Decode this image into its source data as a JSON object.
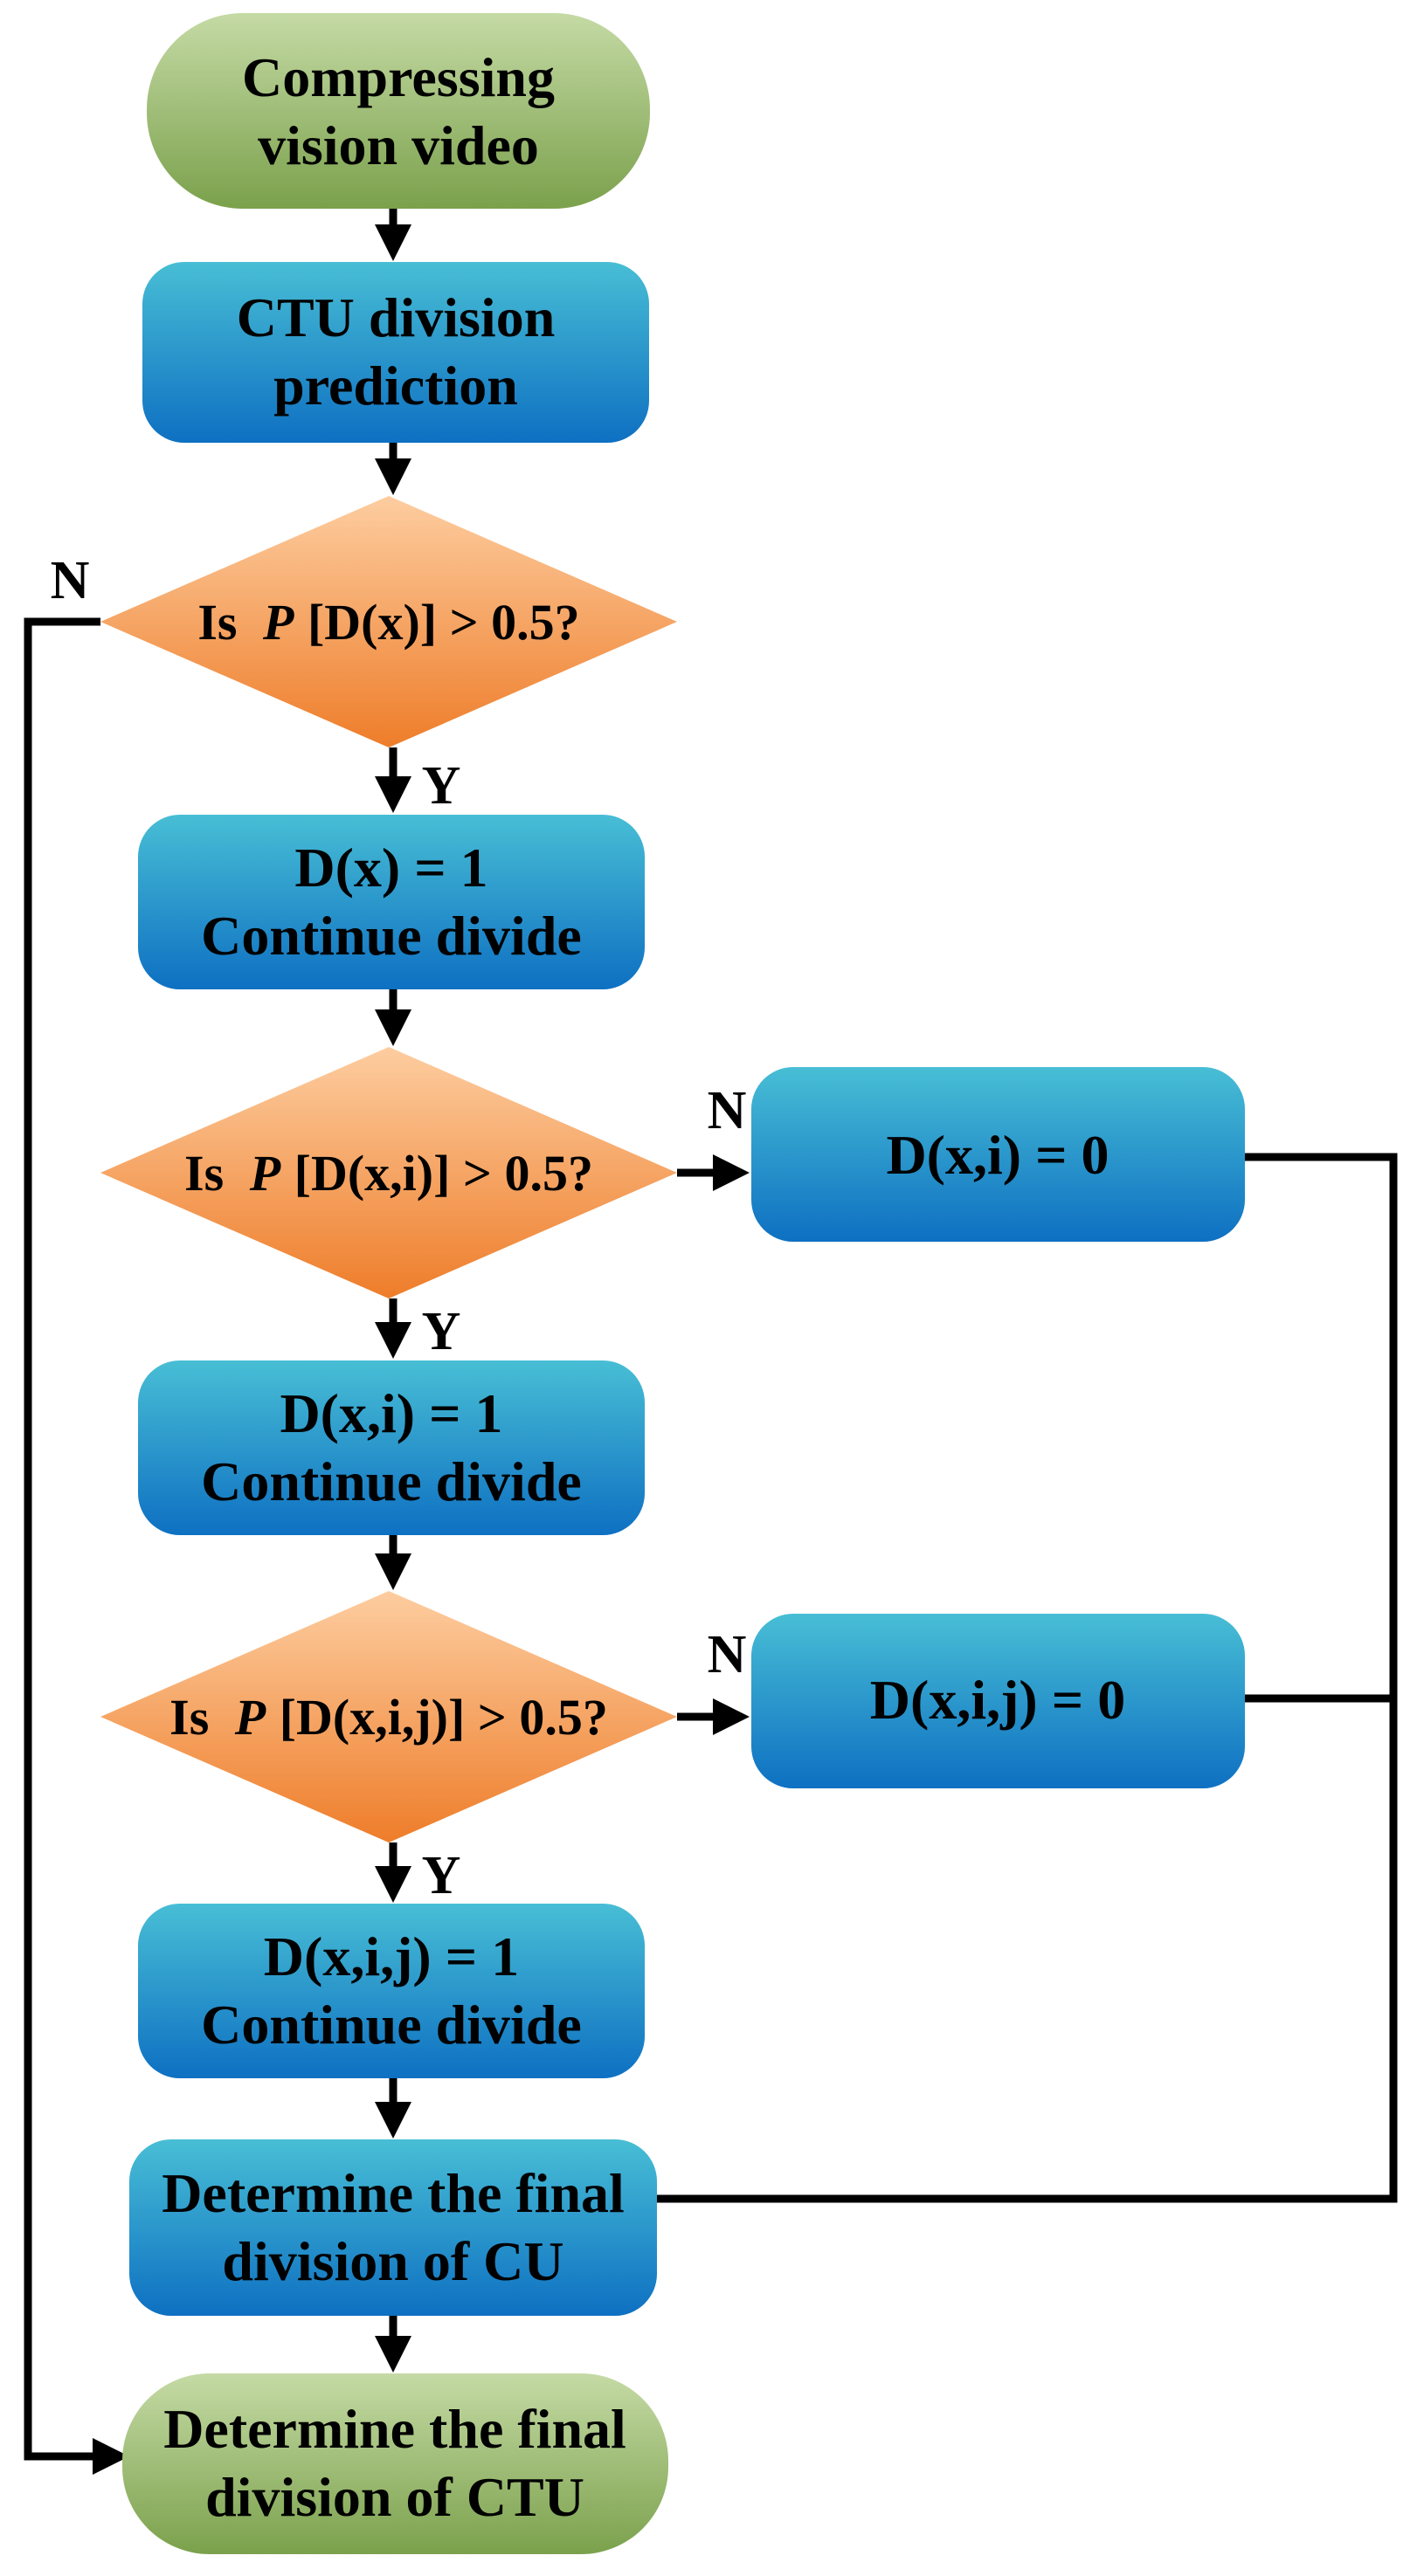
{
  "figure": {
    "background": "#ffffff",
    "colors": {
      "green_top": "#c5daa5",
      "green_bottom": "#7ba14c",
      "blue_top": "#48bed5",
      "blue_bottom": "#0e70c2",
      "orange_top": "#fdcda0",
      "orange_bottom": "#ee7d2a",
      "line": "#000000",
      "text": "#000000"
    }
  },
  "nodes": {
    "start": {
      "line1": "Compressing",
      "line2": "vision video"
    },
    "ctu_prediction": {
      "line1": "CTU division",
      "line2": "prediction"
    },
    "decision1": {
      "prefix": "Is",
      "p": "P",
      "rest": "[D(x)] > 0.5?"
    },
    "dx_divide": {
      "line1": "D(x) = 1",
      "line2": "Continue divide"
    },
    "decision2": {
      "prefix": "Is",
      "p": "P",
      "rest": "[D(x,i)] > 0.5?"
    },
    "dxi_zero": {
      "label": "D(x,i) = 0"
    },
    "dxi_divide": {
      "line1": "D(x,i) = 1",
      "line2": "Continue divide"
    },
    "decision3": {
      "prefix": "Is",
      "p": "P",
      "rest": "[D(x,i,j)] > 0.5?"
    },
    "dxij_zero": {
      "label": "D(x,i,j) = 0"
    },
    "dxij_divide": {
      "line1": "D(x,i,j) = 1",
      "line2": "Continue divide"
    },
    "cu_final": {
      "line1": "Determine the final",
      "line2": "division of CU"
    },
    "ctu_final": {
      "line1": "Determine the final",
      "line2": "division of CTU"
    }
  },
  "edge_labels": {
    "decision1_no": "N",
    "decision1_yes": "Y",
    "decision2_no": "N",
    "decision2_yes": "Y",
    "decision3_no": "N",
    "decision3_yes": "Y"
  }
}
